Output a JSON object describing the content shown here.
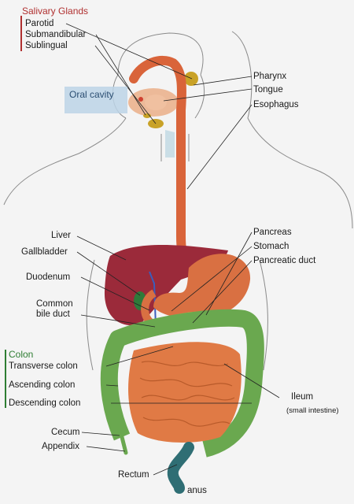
{
  "salivary": {
    "header": "Salivary Glands",
    "parotid": "Parotid",
    "submandibular": "Submandibular",
    "sublingual": "Sublingual"
  },
  "oral_cavity": "Oral cavity",
  "right_labels": {
    "pharynx": "Pharynx",
    "tongue": "Tongue",
    "esophagus": "Esophagus",
    "pancreas": "Pancreas",
    "stomach": "Stomach",
    "pancreatic_duct": "Pancreatic duct",
    "ileum": "Ileum",
    "ileum_note": "(small intestine)"
  },
  "left_labels": {
    "liver": "Liver",
    "gallbladder": "Gallbladder",
    "duodenum": "Duodenum",
    "common_bile_duct_1": "Common",
    "common_bile_duct_2": "bile duct"
  },
  "colon": {
    "header": "Colon",
    "transverse": "Transverse colon",
    "ascending": "Ascending colon",
    "descending": "Descending colon"
  },
  "bottom_labels": {
    "cecum": "Cecum",
    "appendix": "Appendix",
    "rectum": "Rectum",
    "anus": "anus"
  },
  "colors": {
    "esophagus": "#d9643a",
    "liver": "#9b2a3a",
    "stomach": "#d97042",
    "colon": "#6aa84f",
    "small_intestine": "#e07a45",
    "rectum": "#2f6e74",
    "gland": "#c9a227",
    "oral_box": "#bcd4e6"
  }
}
